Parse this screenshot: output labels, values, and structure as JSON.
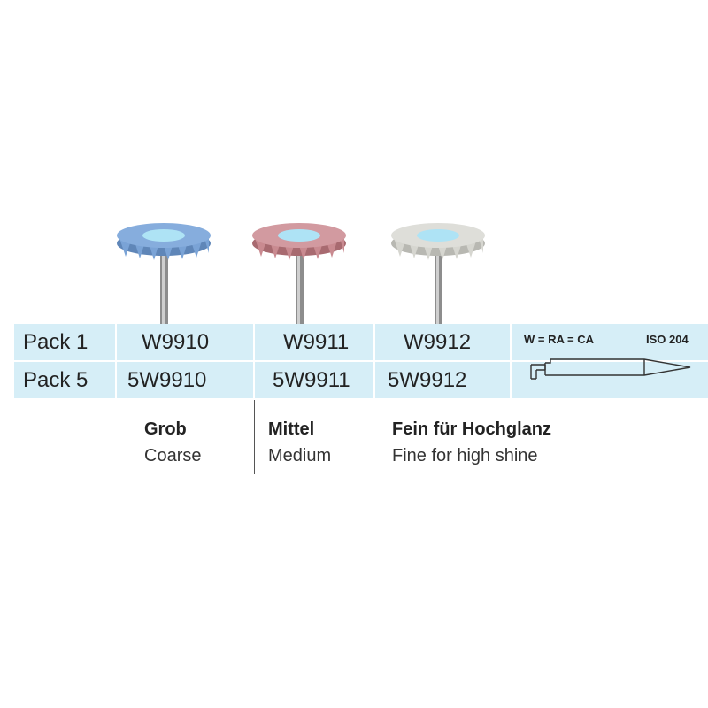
{
  "products": [
    {
      "code_pack1": "W9910",
      "code_pack5": "5W9910",
      "grade_de": "Grob",
      "grade_en": "Coarse",
      "color": "#7aa3d6"
    },
    {
      "code_pack1": "W9911",
      "code_pack5": "5W9911",
      "grade_de": "Mittel",
      "grade_en": "Medium",
      "color": "#c98a90"
    },
    {
      "code_pack1": "W9912",
      "code_pack5": "5W9912",
      "grade_de": "Fein für Hochglanz",
      "grade_en": "Fine for high shine",
      "color": "#d6d6d0"
    }
  ],
  "table": {
    "row1_label": "Pack 1",
    "row2_label": "Pack 5",
    "background": "#d6eef7"
  },
  "diagram": {
    "label_left": "W = RA = CA",
    "label_right": "ISO 204",
    "icon": "shank-ra-icon"
  },
  "center_color": "#aee3f5"
}
